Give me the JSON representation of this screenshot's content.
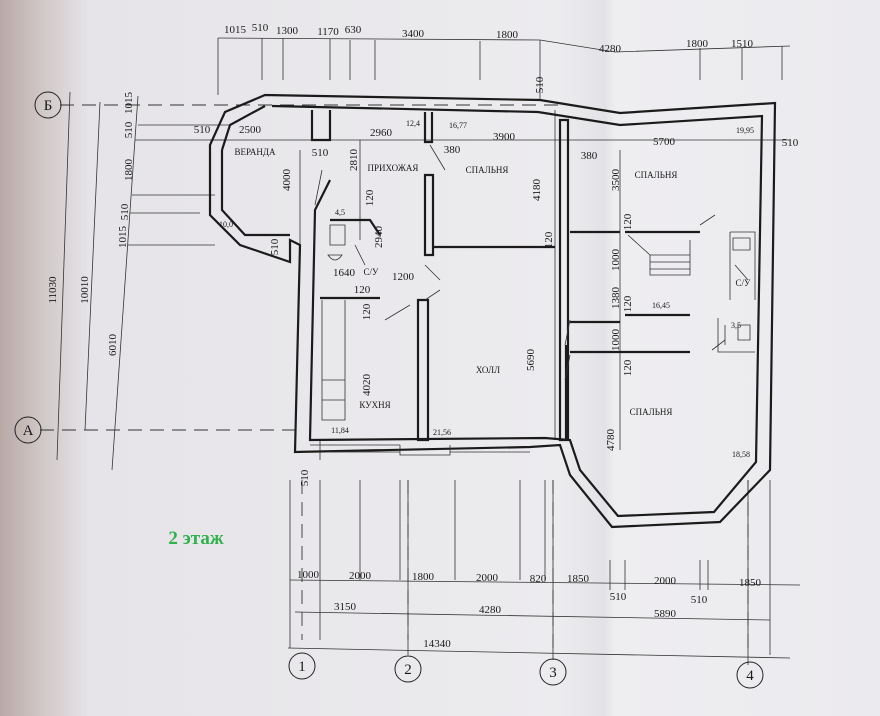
{
  "floor_label": "2 этаж",
  "axes": {
    "rows": [
      "Б",
      "А"
    ],
    "cols": [
      "1",
      "2",
      "3",
      "4"
    ]
  },
  "rooms": [
    {
      "name": "ВЕРАНДА",
      "area": "10,0"
    },
    {
      "name": "ПРИХОЖАЯ",
      "area": "12,4"
    },
    {
      "name": "СПАЛЬНЯ",
      "area": "16,77"
    },
    {
      "name": "СПАЛЬНЯ",
      "area": "19,95"
    },
    {
      "name": "С/У",
      "area": "4,5"
    },
    {
      "name": "С/У",
      "area": "3,5"
    },
    {
      "name": "ХОЛЛ",
      "area": "21,56"
    },
    {
      "name": "КУХНЯ",
      "area": "11,84"
    },
    {
      "name": "СПАЛЬНЯ",
      "area": "18,58"
    },
    {
      "name": "",
      "area": "16,45"
    }
  ],
  "dims": {
    "top": [
      "1015",
      "510",
      "1300",
      "1170",
      "630",
      "3400",
      "1800",
      "4280",
      "1800",
      "1510"
    ],
    "left": [
      "11030",
      "10010",
      "6010",
      "1015",
      "510",
      "1800",
      "510",
      "1015"
    ],
    "bottom_row1": [
      "1000",
      "2000",
      "1800",
      "2000",
      "820",
      "1850",
      "2000",
      "1850",
      "510",
      "510"
    ],
    "bottom_row2": [
      "3150",
      "4280",
      "5890"
    ],
    "bottom_total": "14340",
    "inner": [
      "2500",
      "2960",
      "3900",
      "5700",
      "510",
      "510",
      "380",
      "380",
      "510",
      "4000",
      "2810",
      "3500",
      "4180",
      "120",
      "2940",
      "510",
      "1640",
      "1200",
      "120",
      "120",
      "4020",
      "5690",
      "120",
      "120",
      "1000",
      "1380",
      "120",
      "1000",
      "120",
      "4780",
      "510",
      "510"
    ]
  }
}
